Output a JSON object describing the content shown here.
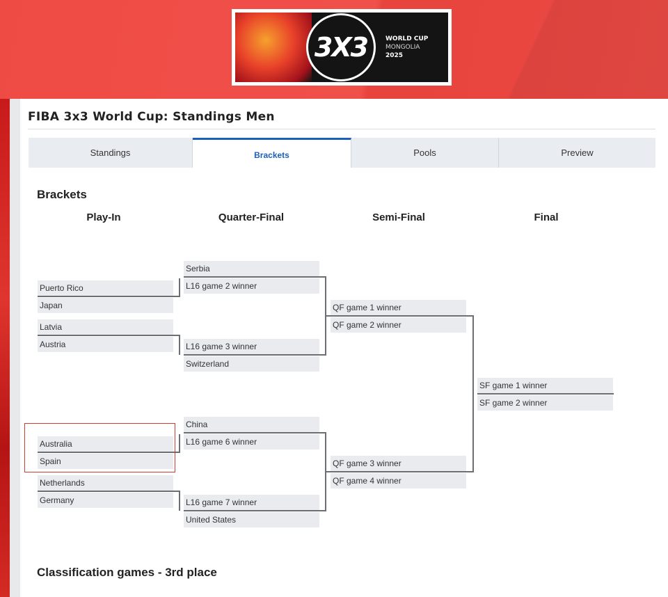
{
  "header": {
    "logo": {
      "mark": "3X3",
      "line1": "WORLD CUP",
      "line2": "MONGOLIA",
      "line3": "2025"
    }
  },
  "page_title": "FIBA 3x3 World Cup: Standings Men",
  "tabs": [
    {
      "label": "Standings",
      "active": false
    },
    {
      "label": "Brackets",
      "active": true
    },
    {
      "label": "Pools",
      "active": false
    },
    {
      "label": "Preview",
      "active": false
    }
  ],
  "brackets": {
    "heading": "Brackets",
    "rounds": [
      "Play-In",
      "Quarter-Final",
      "Semi-Final",
      "Final"
    ],
    "play_in": [
      "Puerto Rico",
      "Japan",
      "Latvia",
      "Austria",
      "Australia",
      "Spain",
      "Netherlands",
      "Germany"
    ],
    "quarter_final": [
      "Serbia",
      "L16 game 2 winner",
      "L16 game 3 winner",
      "Switzerland",
      "China",
      "L16 game 6 winner",
      "L16 game 7 winner",
      "United States"
    ],
    "semi_final": [
      "QF game 1 winner",
      "QF game 2 winner",
      "QF game 3 winner",
      "QF game 4 winner"
    ],
    "final": [
      "SF game 1 winner",
      "SF game 2 winner"
    ]
  },
  "classification_heading": "Classification games - 3rd place",
  "colors": {
    "accent": "#1c5fb8",
    "banner": "#ef4b45",
    "highlight": "#d23c2c",
    "slot_bg": "#e9ebee",
    "connector": "#6b6f74"
  }
}
